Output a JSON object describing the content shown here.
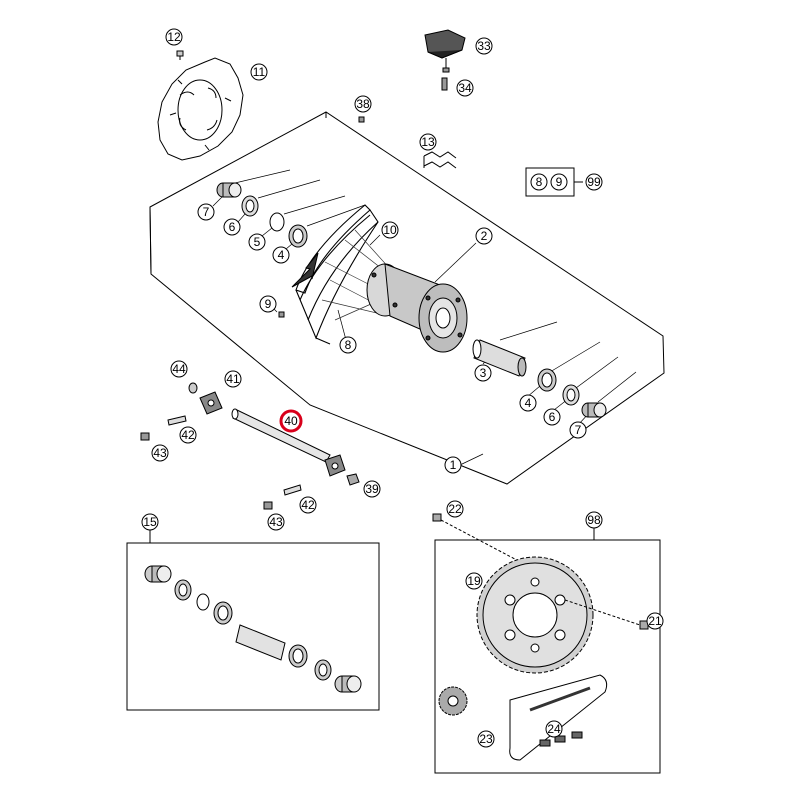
{
  "highlight_color": "#d9001b",
  "callouts": {
    "c1": "1",
    "c2": "2",
    "c3": "3",
    "c4": "4",
    "c5": "5",
    "c6": "6",
    "c7": "7",
    "c8": "8",
    "c9": "9",
    "c10": "10",
    "c11": "11",
    "c12": "12",
    "c13": "13",
    "c15": "15",
    "c19": "19",
    "c21": "21",
    "c22": "22",
    "c23": "23",
    "c24": "24",
    "c33": "33",
    "c34": "34",
    "c38": "38",
    "c39": "39",
    "c40": "40",
    "c41": "41",
    "c42": "42",
    "c43": "43",
    "c44": "44",
    "c98": "98",
    "c99": "99",
    "kit_a": "8",
    "kit_b": "9"
  }
}
